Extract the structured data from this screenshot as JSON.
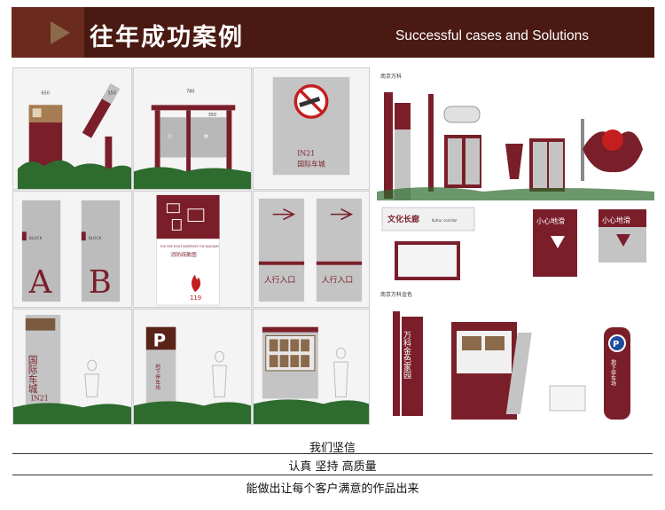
{
  "header": {
    "title_cn": "往年成功案例",
    "title_en": "Successful cases and Solutions"
  },
  "grid": {
    "cells": [
      {
        "id": "c1",
        "texts": {
          "d1": "650",
          "d2": "350"
        }
      },
      {
        "id": "c2",
        "texts": {
          "d1": "780",
          "d2": "350"
        }
      },
      {
        "id": "c3",
        "texts": {
          "brand1": "IN21",
          "brand2": "国际车城"
        }
      },
      {
        "id": "c4",
        "texts": {
          "blockA": "BLOCK",
          "blockB": "BLOCK",
          "letterA": "A",
          "letterB": "B"
        }
      },
      {
        "id": "c5",
        "texts": {
          "eng": "THE FIRE FIGHT DISPERSES THE DIAGRAM",
          "cn": "消防疏散图",
          "num": "119"
        }
      },
      {
        "id": "c6",
        "texts": {
          "entry1": "人行入口",
          "entry2": "人行入口"
        }
      },
      {
        "id": "c7",
        "texts": {
          "vertical": "国际车城",
          "brand": "IN21"
        }
      },
      {
        "id": "c8",
        "texts": {
          "p": "P",
          "cn": "地下停车场"
        }
      },
      {
        "id": "c9",
        "texts": {}
      }
    ]
  },
  "right_top": {
    "section_title": "南京万科",
    "sign1_label": "文化长廊",
    "sign1_sub": "Kultur corridor",
    "sign2_label": "小心地滑",
    "sign3_label": "小心地滑"
  },
  "right_bottom": {
    "section_title": "南京万科金色",
    "vertical_label": "万科金色家园",
    "p": "P",
    "parking": "地下停车场"
  },
  "footer": {
    "line1": "我们坚信",
    "line2": "认真 坚持 高质量",
    "line3": "能做出让每个客户满意的作品出来"
  },
  "colors": {
    "banner": "#4a1a12",
    "maroon": "#7a1f2a",
    "silver": "#b8b8b8"
  }
}
